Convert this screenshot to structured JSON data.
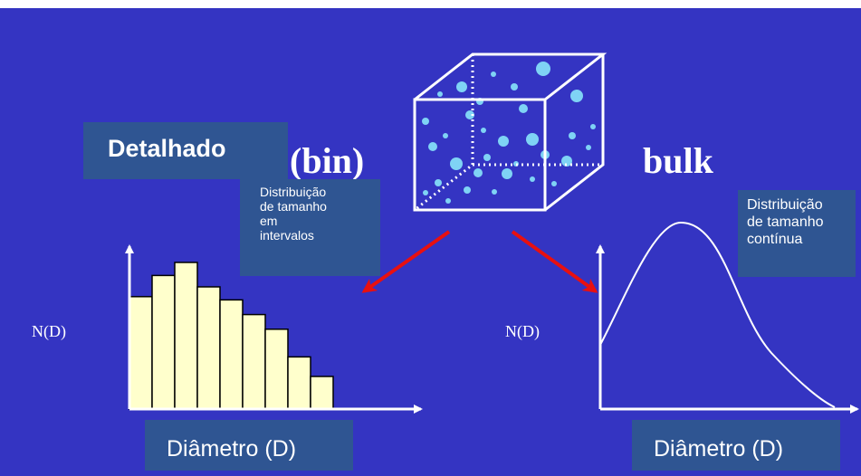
{
  "labels": {
    "detalhado": "Detalhado",
    "bin": "(bin)",
    "bulk": "bulk",
    "left_note": [
      "Distribuição",
      "de tamanho",
      "em",
      "intervalos"
    ],
    "right_note": [
      "Distribuição",
      "de tamanho",
      "contínua"
    ],
    "y_axis_left": "N(D)",
    "y_axis_right": "N(D)",
    "x_axis_left": "Diâmetro (D)",
    "x_axis_right": "Diâmetro (D)"
  },
  "histogram": {
    "values": [
      0.69,
      0.82,
      0.9,
      0.75,
      0.67,
      0.58,
      0.49,
      0.32,
      0.2
    ]
  },
  "colors": {
    "background": "#3434c2",
    "label_box": "#2f5592",
    "bar_fill": "#ffffcc",
    "arrow": "#e81010",
    "bubble": "#7fd3f5"
  }
}
